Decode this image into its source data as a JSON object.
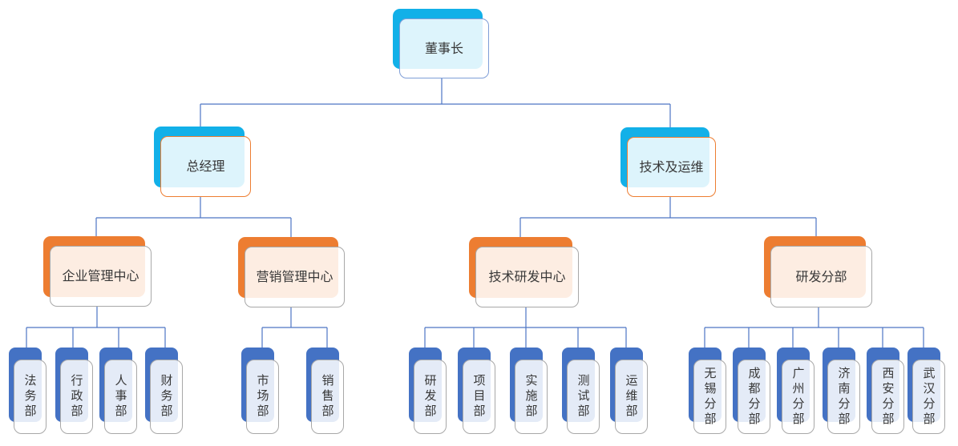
{
  "diagram": {
    "type": "org-chart",
    "root": {
      "label": "董事长"
    },
    "level2": [
      {
        "label": "总经理"
      },
      {
        "label": "技术及运维"
      }
    ],
    "level3": [
      {
        "label": "企业管理中心"
      },
      {
        "label": "营销管理中心"
      },
      {
        "label": "技术研发中心"
      },
      {
        "label": "研发分部"
      }
    ],
    "level4": {
      "enterprise_mgmt": [
        {
          "label": "法务部"
        },
        {
          "label": "行政部"
        },
        {
          "label": "人事部"
        },
        {
          "label": "财务部"
        }
      ],
      "marketing_mgmt": [
        {
          "label": "市场部"
        },
        {
          "label": "销售部"
        }
      ],
      "tech_rnd": [
        {
          "label": "研发部"
        },
        {
          "label": "项目部"
        },
        {
          "label": "实施部"
        },
        {
          "label": "测试部"
        },
        {
          "label": "运维部"
        }
      ],
      "rnd_branches": [
        {
          "label": "无锡分部"
        },
        {
          "label": "成都分部"
        },
        {
          "label": "广州分部"
        },
        {
          "label": "济南分部"
        },
        {
          "label": "西安分部"
        },
        {
          "label": "武汉分部"
        }
      ]
    },
    "colors": {
      "cyan_accent": "#12b0e8",
      "orange_accent": "#ed7d31",
      "blue_accent": "#4472c4",
      "connector_line": "#4d76c4",
      "root_card_border": "#7f9ed7",
      "level2_card_border": "#ed7d31",
      "gray_card_border": "#a8a8a8",
      "card_fill": "rgba(255,255,255,0.86)",
      "text": "#383838"
    }
  }
}
